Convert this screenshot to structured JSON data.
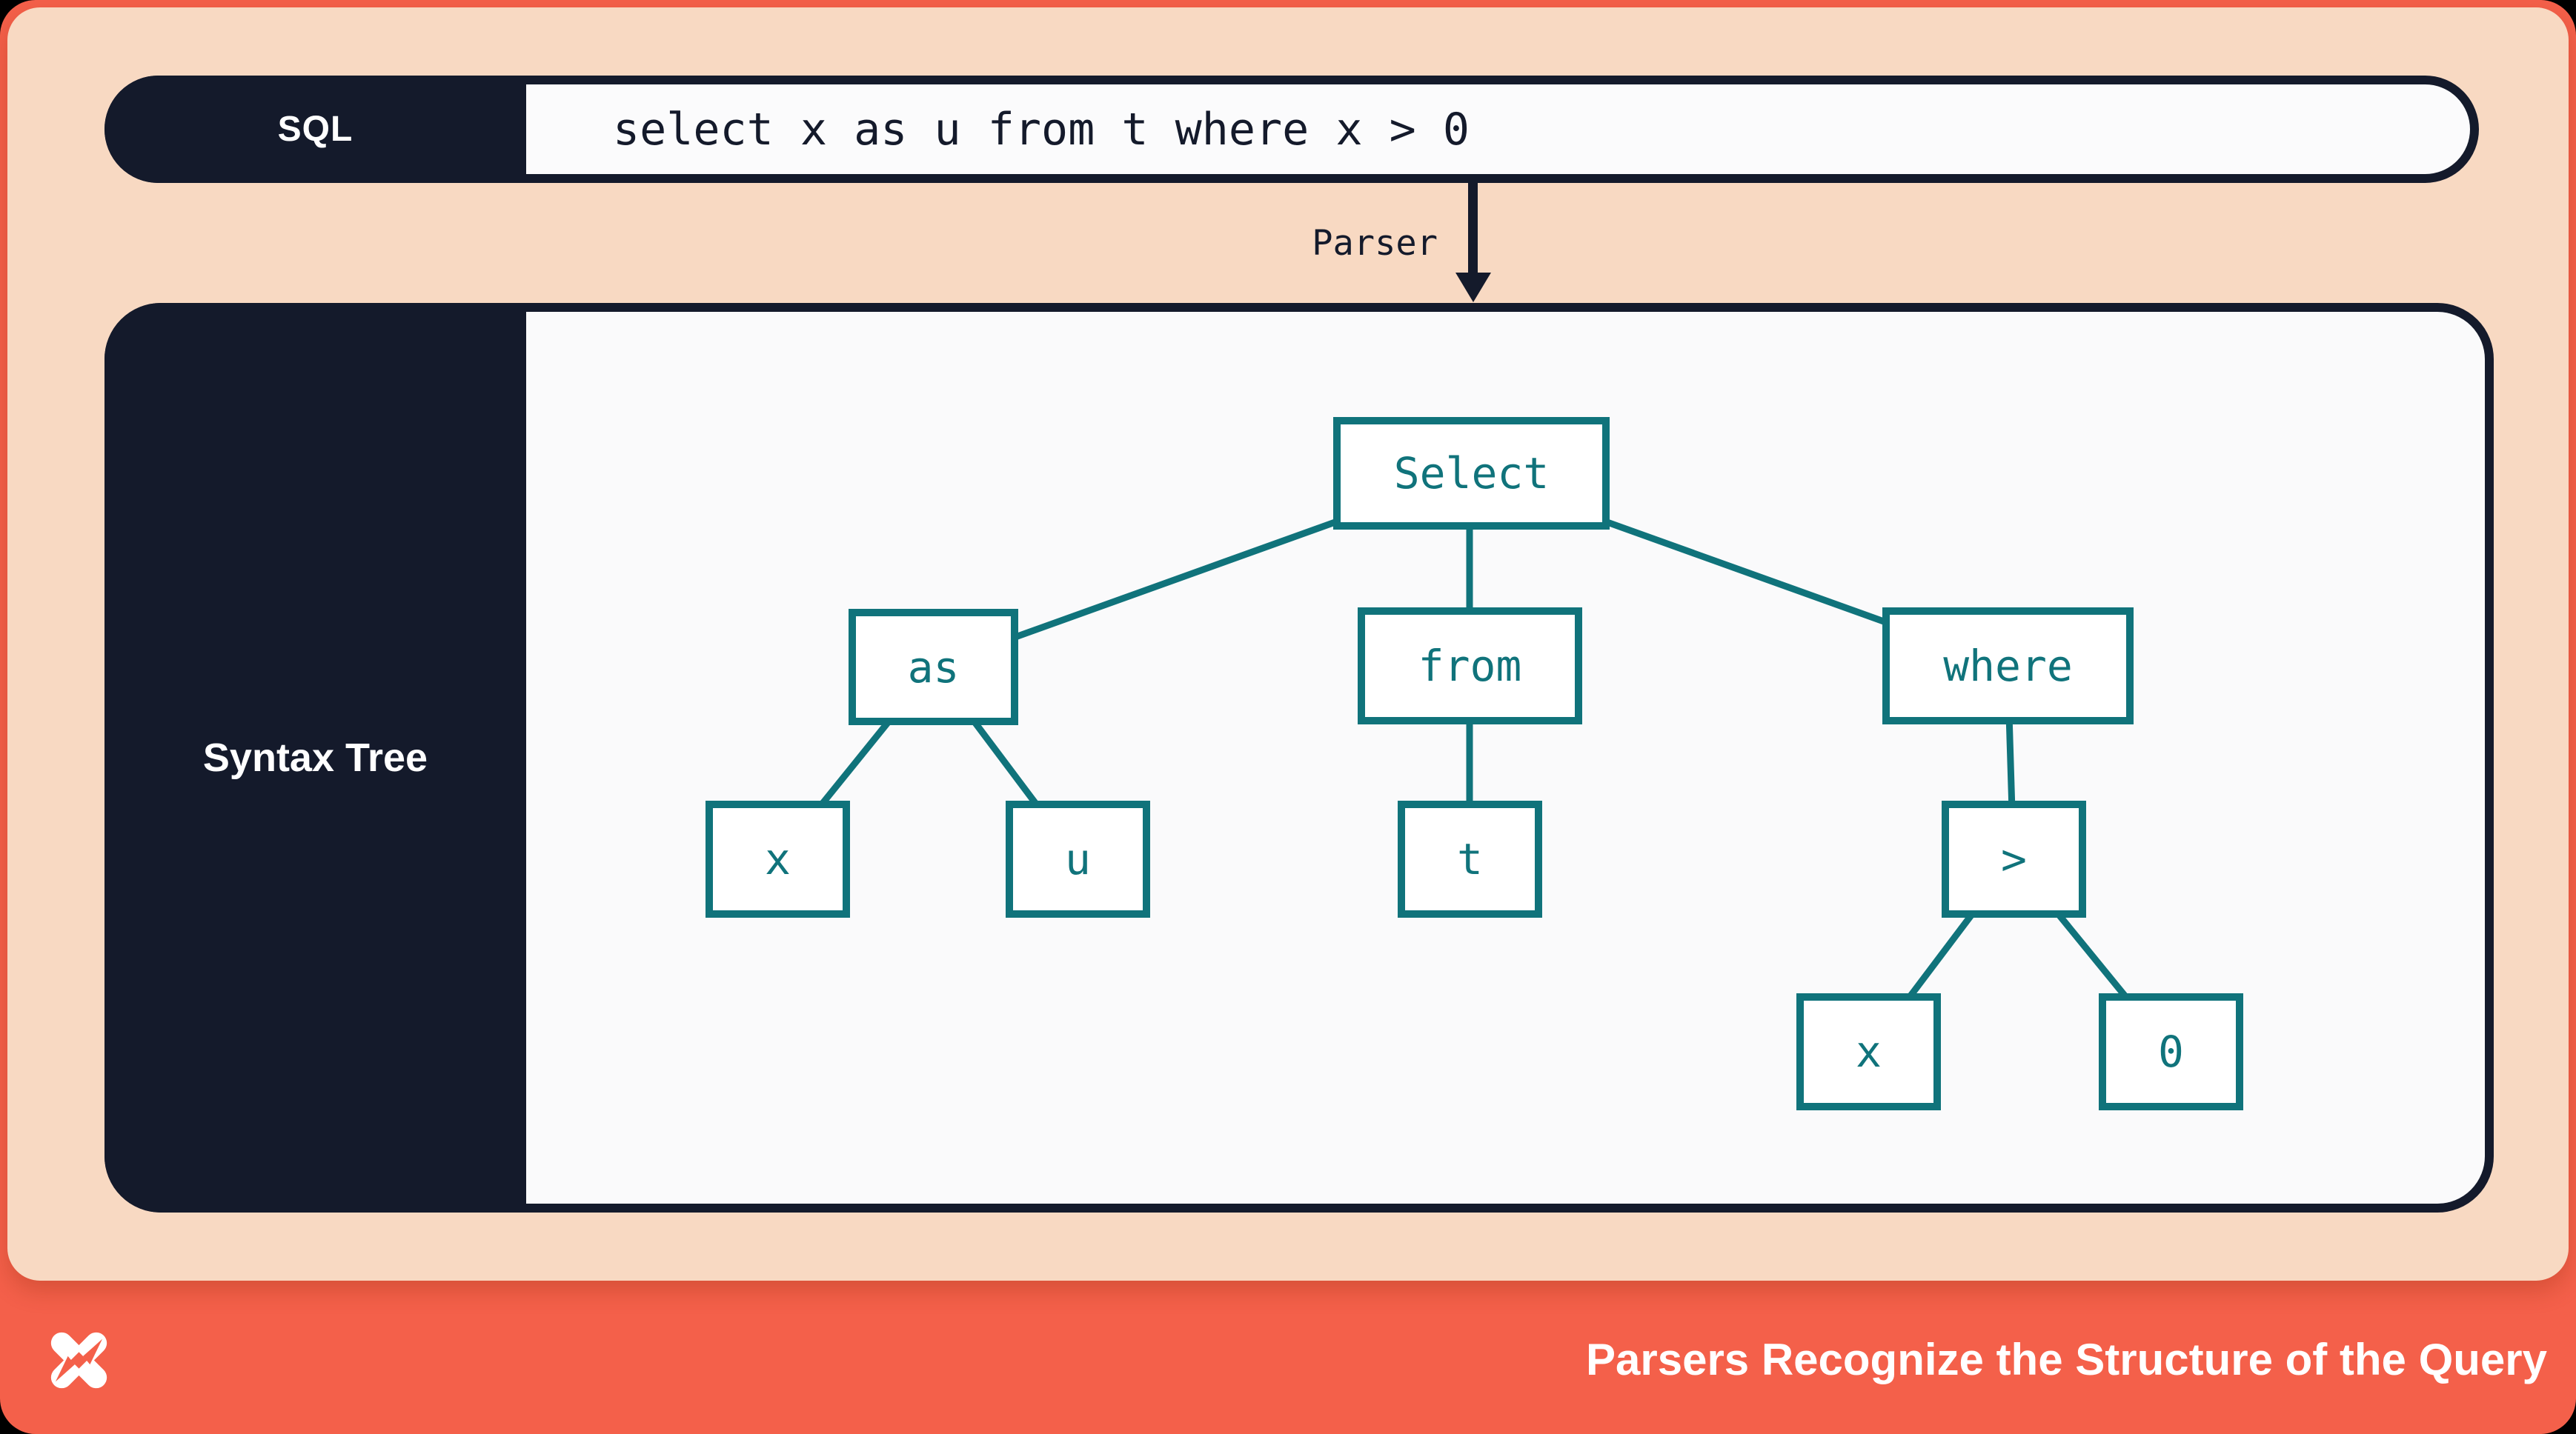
{
  "sql_bar": {
    "label": "SQL",
    "query": "select x as u from t where x > 0"
  },
  "parser": {
    "label": "Parser"
  },
  "syntax_panel": {
    "label": "Syntax Tree"
  },
  "tree": {
    "nodes": [
      {
        "id": "select",
        "label": "Select"
      },
      {
        "id": "as",
        "label": "as"
      },
      {
        "id": "from",
        "label": "from"
      },
      {
        "id": "where",
        "label": "where"
      },
      {
        "id": "x1",
        "label": "x"
      },
      {
        "id": "u",
        "label": "u"
      },
      {
        "id": "t",
        "label": "t"
      },
      {
        "id": "gt",
        "label": ">"
      },
      {
        "id": "x2",
        "label": "x"
      },
      {
        "id": "zero",
        "label": "0"
      }
    ],
    "edges": [
      [
        "select",
        "as"
      ],
      [
        "select",
        "from"
      ],
      [
        "select",
        "where"
      ],
      [
        "as",
        "x1"
      ],
      [
        "as",
        "u"
      ],
      [
        "from",
        "t"
      ],
      [
        "where",
        "gt"
      ],
      [
        "gt",
        "x2"
      ],
      [
        "gt",
        "zero"
      ]
    ]
  },
  "footer": {
    "title": "Parsers Recognize the Structure of the Query",
    "logo": "dolt-star-logo"
  },
  "colors": {
    "frame_orange": "#F4604A",
    "peach": "#F8D9C2",
    "navy": "#141A2B",
    "teal": "#10737B",
    "panel_bg": "#FAFAFB",
    "white": "#FFFFFF"
  }
}
